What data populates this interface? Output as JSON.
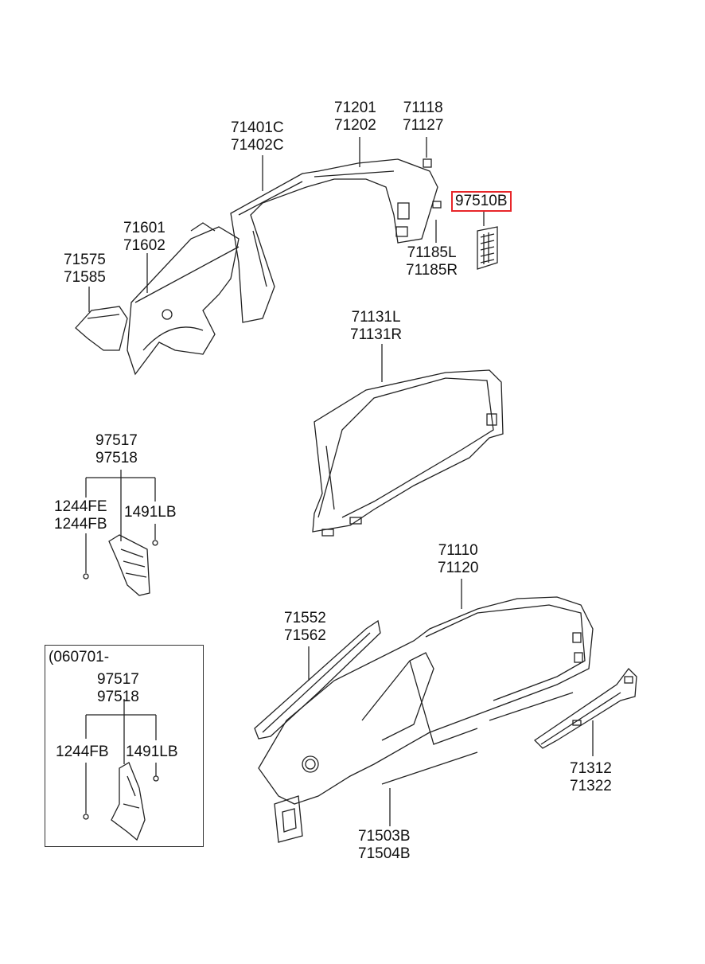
{
  "labels": {
    "p1": [
      "71201",
      "71202"
    ],
    "p2": [
      "71118",
      "71127"
    ],
    "p3": [
      "71401C",
      "71402C"
    ],
    "p4": [
      "97510B"
    ],
    "p5": [
      "71601",
      "71602"
    ],
    "p6": [
      "71575",
      "71585"
    ],
    "p7": [
      "71185L",
      "71185R"
    ],
    "p8": [
      "71131L",
      "71131R"
    ],
    "p9": [
      "97517",
      "97518"
    ],
    "p10": [
      "1244FE",
      "1244FB"
    ],
    "p11": [
      "1491LB"
    ],
    "p12": [
      "71110",
      "71120"
    ],
    "p13": [
      "71552",
      "71562"
    ],
    "p14": [
      "97517",
      "97518"
    ],
    "p15": [
      "1244FB"
    ],
    "p16": [
      "1491LB"
    ],
    "p17": [
      "71312",
      "71322"
    ],
    "p18": [
      "71503B",
      "71504B"
    ]
  },
  "inset": {
    "label": "(060701-"
  },
  "highlight_color": "#e8262a"
}
